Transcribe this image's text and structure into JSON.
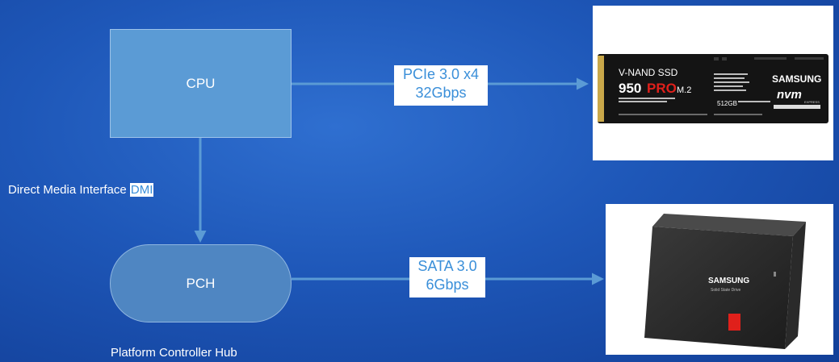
{
  "nodes": {
    "cpu": "CPU",
    "pch": "PCH"
  },
  "links": {
    "pcie_line1": "PCIe 3.0 x4",
    "pcie_line2": "32Gbps",
    "sata_line1": "SATA 3.0",
    "sata_line2": "6Gbps"
  },
  "dmi": {
    "prefix": "Direct Media Interface ",
    "highlight": "DMI"
  },
  "pch_caption": "Platform Controller Hub",
  "nvme_drive": {
    "brand_line": "V-NAND SSD",
    "model_num": "950",
    "model_pro": "PRO",
    "model_suffix": "M.2",
    "capacity": "512GB",
    "maker": "SAMSUNG",
    "logo": "nvm",
    "logo_sub": "EXPRESS"
  },
  "sata_drive": {
    "maker": "SAMSUNG",
    "sub": "Solid State Drive"
  },
  "colors": {
    "background": "#1e57b8",
    "cpu_fill": "#5b9bd5",
    "pch_fill": "#4f86c2",
    "line": "#5b9bd5",
    "label_text": "#3a8fd9",
    "accent_red": "#e0201b"
  }
}
